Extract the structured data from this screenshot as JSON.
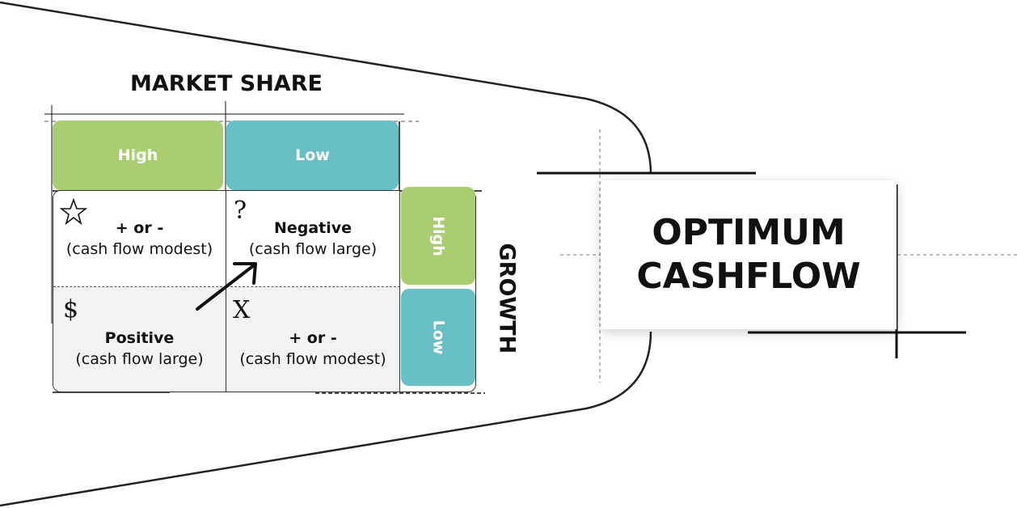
{
  "market_share": {
    "title": "MARKET SHARE",
    "high_label": "High",
    "low_label": "Low"
  },
  "growth": {
    "title": "GROWTH",
    "high_label": "High",
    "low_label": "Low"
  },
  "quadrants": {
    "star": {
      "line1": "+ or -",
      "line2": "(cash flow modest)",
      "icon": "star-icon"
    },
    "question": {
      "line1": "Negative",
      "line2": "(cash flow large)",
      "icon": "question-mark-icon"
    },
    "dollar": {
      "line1": "Positive",
      "line2": "(cash flow large)",
      "icon": "dollar-icon"
    },
    "dog": {
      "line1": "+ or -",
      "line2": "(cash flow modest)",
      "icon": "x-mark-icon"
    }
  },
  "optimum": {
    "line1": "OPTIMUM",
    "line2": "CASHFLOW"
  },
  "colors": {
    "high": "#abcd72",
    "low": "#69bfc6",
    "lower_row": "#f3f3f3"
  }
}
